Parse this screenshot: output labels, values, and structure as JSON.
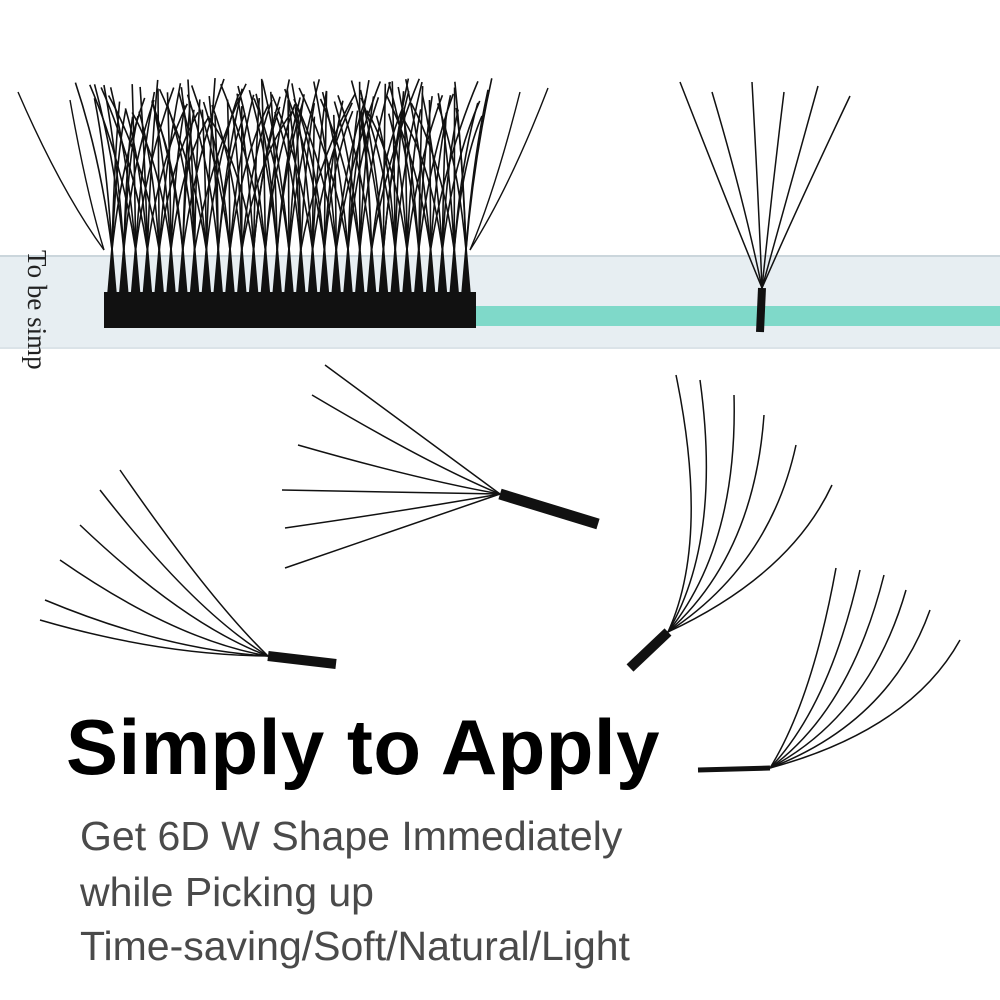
{
  "tray": {
    "print_text": "To be simp",
    "colors": {
      "tray": "#e7eef2",
      "tray_edge": "#cbd6dc",
      "tape": "#7fd9c9",
      "lash": "#111111"
    }
  },
  "headline": "Simply to Apply",
  "body_lines": [
    "Get 6D W Shape Immediately",
    "while Picking up",
    "Time-saving/Soft/Natural/Light"
  ],
  "icons": [
    "lash-strip",
    "lash-fan"
  ]
}
